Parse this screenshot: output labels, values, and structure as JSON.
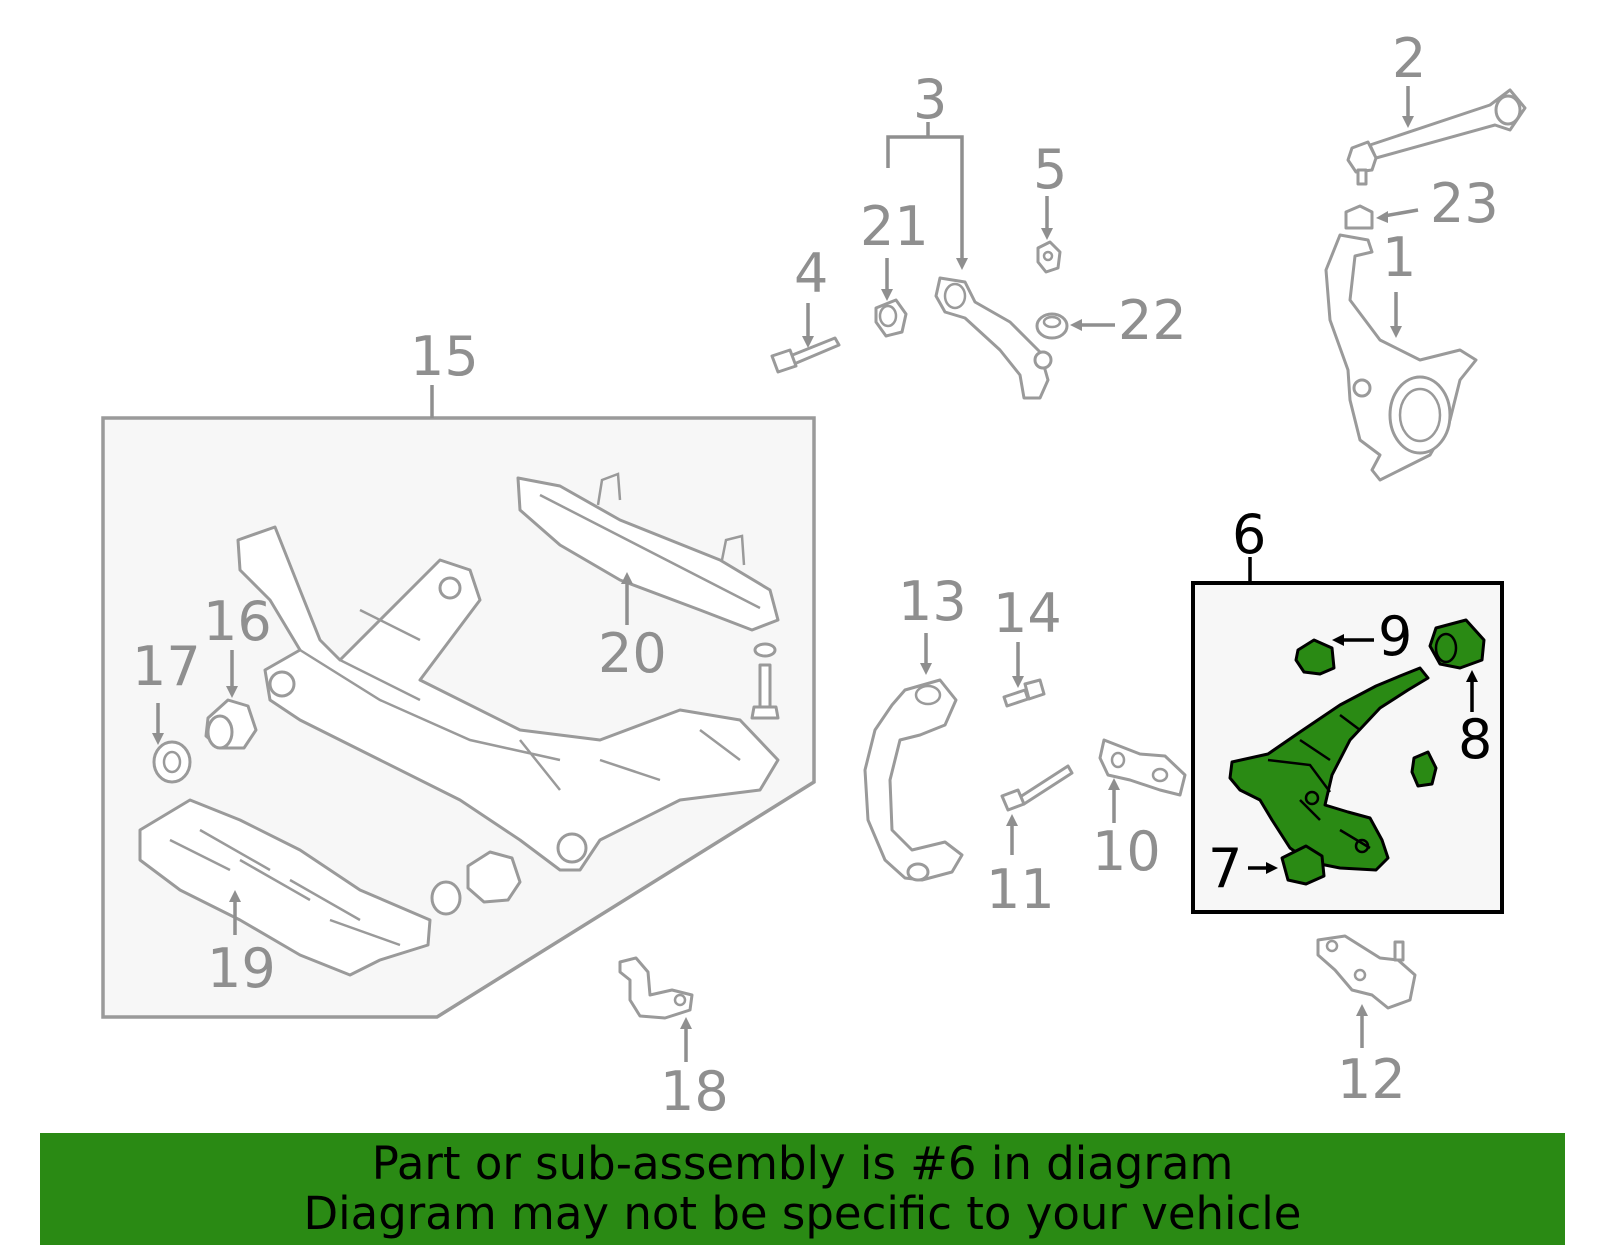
{
  "callouts": {
    "c1": "1",
    "c2": "2",
    "c3": "3",
    "c4": "4",
    "c5": "5",
    "c6": "6",
    "c7": "7",
    "c8": "8",
    "c9": "9",
    "c10": "10",
    "c11": "11",
    "c12": "12",
    "c13": "13",
    "c14": "14",
    "c15": "15",
    "c16": "16",
    "c17": "17",
    "c18": "18",
    "c19": "19",
    "c20": "20",
    "c21": "21",
    "c22": "22",
    "c23": "23"
  },
  "highlight": {
    "part": "6",
    "color": "#2a8a14"
  },
  "banner": {
    "line1": "Part or sub-assembly is #6 in diagram",
    "line2": "Diagram may not be specific to your vehicle",
    "background": "#2a8a14"
  }
}
